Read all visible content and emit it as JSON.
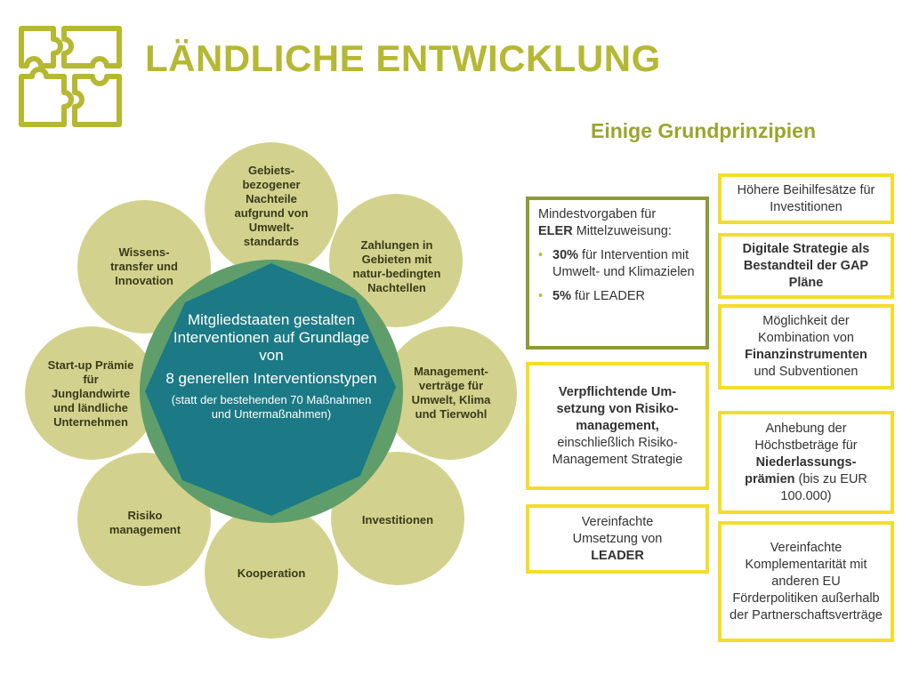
{
  "header": {
    "title": "LÄNDLICHE ENTWICKLUNG",
    "subtitle": "Einige Grundprinzipien"
  },
  "colors": {
    "accent_title": "#b5b832",
    "outer_circle": "#d2d28e",
    "center_circle": "#1b7a85",
    "center_ring": "#5f9e6a",
    "box_green": "#8d9a3a",
    "box_yellow": "#f2de2a"
  },
  "diagram": {
    "center": {
      "line1": "Mitgliedstaaten gestalten Interventionen auf Grundlage von",
      "line2": "8 generellen Interventionstypen",
      "line3": "(statt der bestehenden 70 Maßnahmen und Untermaßnahmen)"
    },
    "nodes": [
      {
        "label": "Gebiets-bezogener Nachteile aufgrund von Umwelt-standards"
      },
      {
        "label": "Zahlungen in Gebieten mit natur-bedingten Nachtellen"
      },
      {
        "label": "Management-verträge für Umwelt, Klima und Tierwohl"
      },
      {
        "label": "Investitionen"
      },
      {
        "label": "Kooperation"
      },
      {
        "label": "Risiko management"
      },
      {
        "label": "Start-up Prämie für Junglandwirte und ländliche Unternehmen"
      },
      {
        "label": "Wissens-transfer und Innovation"
      }
    ]
  },
  "boxes": {
    "mindest": {
      "intro": "Mindestvorgaben für",
      "eler_bold": "ELER",
      "eler_rest": " Mittelzuweisung:",
      "b1_bold": "30%",
      "b1_rest": " für Intervention mit Umwelt- und Klimazielen",
      "b2_bold": "5%",
      "b2_rest": " für LEADER"
    },
    "risiko": {
      "bold": "Verpflichtende Um-setzung von Risiko-management,",
      "rest": "einschließlich Risiko-Management Strategie"
    },
    "leader": {
      "text": "Vereinfachte Umsetzung von",
      "bold": "LEADER"
    },
    "beihilfe": {
      "text": "Höhere Beihilfesätze für Investitionen"
    },
    "digital": {
      "bold": "Digitale Strategie als Bestandteil der GAP Pläne"
    },
    "kombination": {
      "text1": "Möglichkeit der Kombination von",
      "bold": "Finanzinstrumenten",
      "text2": "und Subventionen"
    },
    "anhebung": {
      "text1": "Anhebung der Höchstbeträge für",
      "bold": "Niederlassungs-prämien",
      "text2": " (bis zu EUR 100.000)"
    },
    "komplementar": {
      "text": "Vereinfachte Komplementarität mit anderen EU Förderpolitiken außerhalb der Partnerschaftsverträge"
    }
  }
}
